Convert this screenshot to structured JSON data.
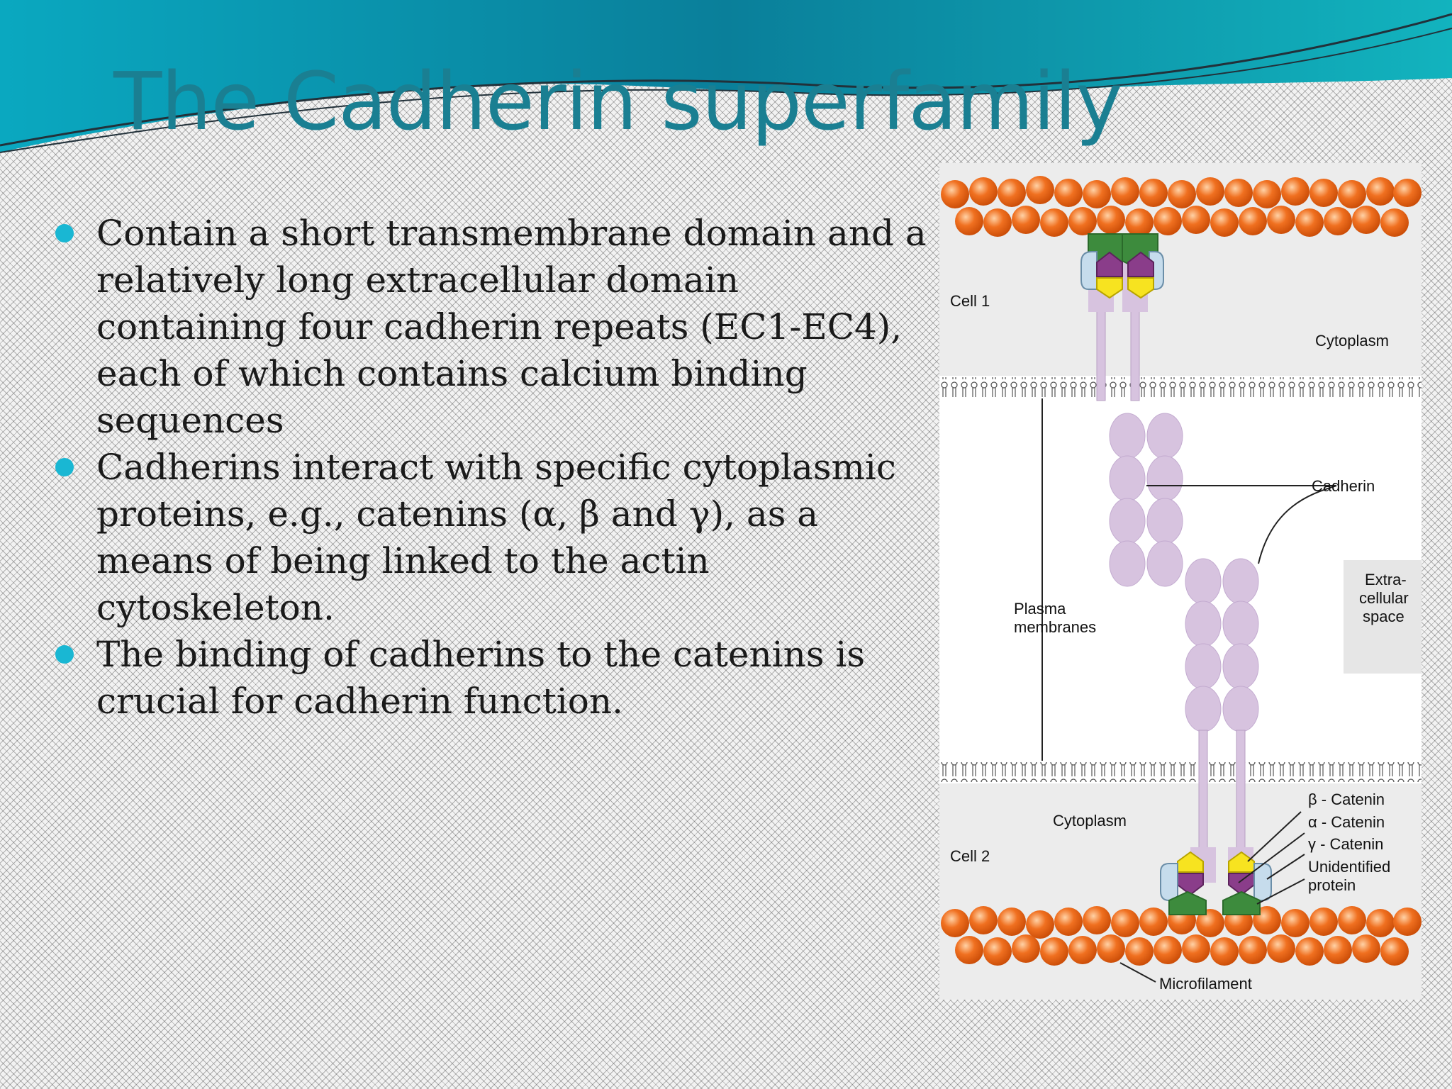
{
  "slide": {
    "title": "The Cadherin superfamily",
    "bullets": [
      "Contain a short transmembrane domain and a relatively long extracellular domain containing four cadherin repeats (EC1-EC4), each of which contains calcium binding sequences",
      "Cadherins interact with specific cytoplasmic proteins, e.g., catenins (α, β and γ), as a means of being linked to the actin cytoskeleton.",
      "The binding of cadherins to the catenins is crucial for cadherin function."
    ]
  },
  "figure": {
    "labels": {
      "cell1": "Cell 1",
      "cytoplasm_top": "Cytoplasm",
      "cadherin": "Cadherin",
      "extra_1": "Extra-",
      "extra_2": "cellular",
      "extra_3": "space",
      "plasma_1": "Plasma",
      "plasma_2": "membranes",
      "beta": "β - Catenin",
      "alpha": "α - Catenin",
      "gamma": "γ - Catenin",
      "unident_1": "Unidentified",
      "unident_2": "protein",
      "cytoplasm_bottom": "Cytoplasm",
      "cell2": "Cell 2",
      "microfilament": "Microfilament"
    }
  },
  "colors": {
    "title": "#1a7f92",
    "bullet": "#19b7d3",
    "actin": "#f07020",
    "cadherin": "#d7c3df",
    "beta_catenin": "#f7e320",
    "alpha_catenin": "#8a3d8a",
    "gamma_catenin": "#c6dcec",
    "unidentified_protein": "#3d8b3d"
  }
}
